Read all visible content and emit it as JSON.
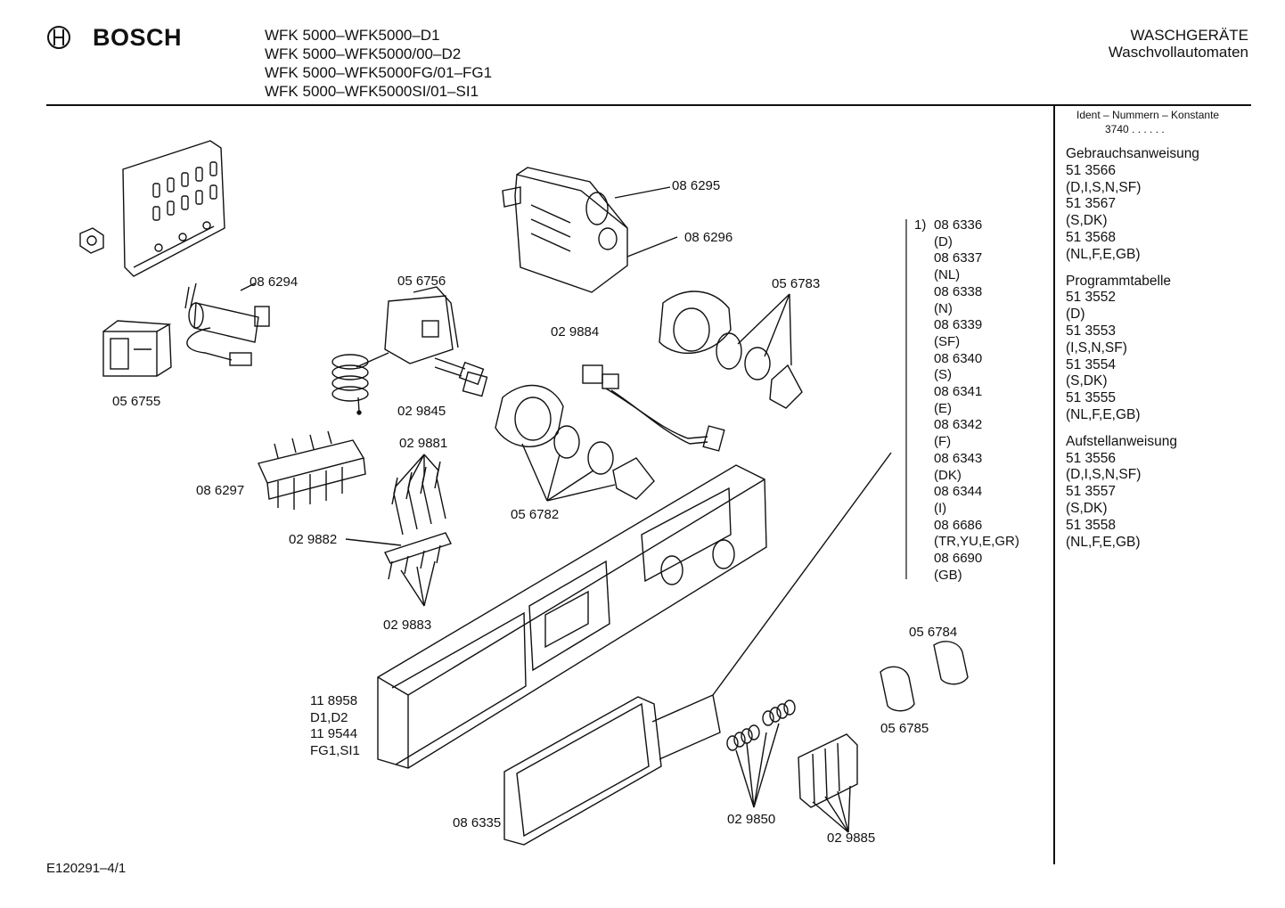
{
  "header": {
    "brand": "BOSCH",
    "models": [
      "WFK 5000–WFK5000–D1",
      "WFK 5000–WFK5000/00–D2",
      "WFK 5000–WFK5000FG/01–FG1",
      "WFK 5000–WFK5000SI/01–SI1"
    ],
    "category": "WASCHGERÄTE",
    "subcategory": "Waschvollautomaten"
  },
  "sidebar": {
    "ident_title": "Ident – Nummern – Konstante",
    "ident_value": "3740 . . . . . .",
    "sections": [
      {
        "title": "Gebrauchsanweisung",
        "lines": [
          "51 3566",
          "(D,I,S,N,SF)",
          "51 3567",
          "(S,DK)",
          "51 3568",
          "(NL,F,E,GB)"
        ]
      },
      {
        "title": "Programmtabelle",
        "lines": [
          "51 3552",
          "(D)",
          "51 3553",
          "(I,S,N,SF)",
          "51 3554",
          "(S,DK)",
          "51 3555",
          "(NL,F,E,GB)"
        ]
      },
      {
        "title": "Aufstellanweisung",
        "lines": [
          "51 3556",
          "(D,I,S,N,SF)",
          "51 3557",
          "(S,DK)",
          "51 3558",
          "(NL,F,E,GB)"
        ]
      }
    ]
  },
  "variants": {
    "marker": "1)",
    "lines": [
      "08 6336",
      "(D)",
      "08 6337",
      "(NL)",
      "08 6338",
      "(N)",
      "08 6339",
      "(SF)",
      "08 6340",
      "(S)",
      "08 6341",
      "(E)",
      "08 6342",
      "(F)",
      "08 6343",
      "(DK)",
      "08 6344",
      "(I)",
      "08 6686",
      "(TR,YU,E,GR)",
      "08 6690",
      "(GB)"
    ]
  },
  "parts": {
    "p086295": "08 6295",
    "p086296": "08 6296",
    "p086294": "08 6294",
    "p056756": "05 6756",
    "p056783": "05 6783",
    "p029884": "02 9884",
    "p056755": "05 6755",
    "p029845": "02 9845",
    "p029881": "02 9881",
    "p086297": "08 6297",
    "p056782": "05 6782",
    "p029882": "02 9882",
    "p029883": "02 9883",
    "p056784": "05 6784",
    "p056785": "05 6785",
    "p118958": "11 8958",
    "pD1D2": "D1,D2",
    "p119544": "11 9544",
    "pFG1SI1": "FG1,SI1",
    "p086335": "08 6335",
    "p029850": "02 9850",
    "p029885": "02 9885"
  },
  "footer": {
    "code": "E120291–4/1"
  }
}
